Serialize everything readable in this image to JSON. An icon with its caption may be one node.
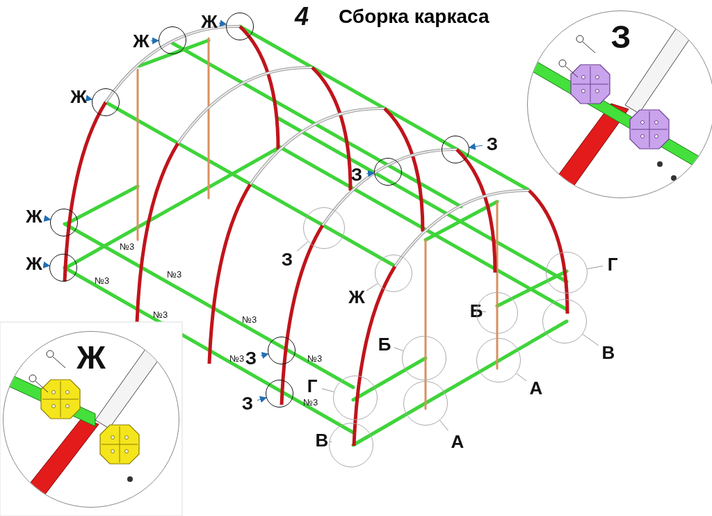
{
  "diagram": {
    "title": "Сборка каркаса",
    "nodes": [
      {
        "text": [
          "Ж"
        ]
      },
      {
        "text": [],
        "shape": "circle"
      },
      {
        "text": [
          "Ж"
        ]
      },
      {
        "text": [],
        "shape": "circle"
      },
      {
        "text": [
          "Ж"
        ]
      },
      {
        "text": [],
        "shape": "circle"
      },
      {
        "text": [
          "Ж"
        ]
      },
      {
        "text": [],
        "shape": "circle"
      },
      {
        "text": [
          "Ж"
        ]
      },
      {
        "text": [],
        "shape": "circle"
      },
      {
        "text": [
          "З"
        ]
      },
      {
        "text": [],
        "shape": "circle"
      },
      {
        "text": [
          "З"
        ]
      },
      {
        "text": [],
        "shape": "circle"
      },
      {
        "text": [
          "З"
        ]
      },
      {
        "text": [],
        "shape": "circle"
      },
      {
        "text": [
          "З"
        ]
      },
      {
        "text": [],
        "shape": "circle"
      },
      {
        "text": [
          "З"
        ]
      },
      {
        "text": [],
        "shape": "circle"
      },
      {
        "text": [
          "Ж"
        ]
      },
      {
        "text": [],
        "shape": "circle"
      },
      {
        "text": [
          "Г"
        ]
      },
      {
        "text": [],
        "shape": "circle"
      },
      {
        "text": [
          "Б"
        ]
      },
      {
        "text": [],
        "shape": "circle"
      },
      {
        "text": [
          "В"
        ]
      },
      {
        "text": [],
        "shape": "circle"
      },
      {
        "text": [
          "Б"
        ]
      },
      {
        "text": [],
        "shape": "circle"
      },
      {
        "text": [
          "А"
        ]
      },
      {
        "text": [],
        "shape": "circle"
      },
      {
        "text": [
          "Г"
        ]
      },
      {
        "text": [],
        "shape": "circle"
      },
      {
        "text": [
          "А"
        ]
      },
      {
        "text": [],
        "shape": "circle"
      },
      {
        "text": [
          "В"
        ]
      },
      {
        "text": [],
        "shape": "circle"
      },
      {
        "text": [
          "З"
        ]
      },
      {
        "text": [
          "Ж"
        ]
      }
    ],
    "edges": [
      {
        "from": 0,
        "to": 1,
        "arrow": "to",
        "color": "#1f6fb5"
      },
      {
        "from": 2,
        "to": 3,
        "arrow": "to",
        "color": "#1f6fb5"
      },
      {
        "from": 4,
        "to": 5,
        "arrow": "to",
        "color": "#1f6fb5"
      },
      {
        "from": 6,
        "to": 7,
        "arrow": "to",
        "color": "#1f6fb5"
      },
      {
        "from": 8,
        "to": 9,
        "arrow": "to",
        "color": "#1f6fb5"
      },
      {
        "from": 10,
        "to": 11,
        "arrow": "to",
        "color": "#1f6fb5"
      },
      {
        "from": 12,
        "to": 13,
        "arrow": "to",
        "color": "#1f6fb5"
      },
      {
        "from": 14,
        "to": 15,
        "arrow": "to",
        "color": "#1f6fb5"
      },
      {
        "from": 16,
        "to": 17,
        "arrow": "to",
        "color": "#1f6fb5"
      },
      {
        "from": 18,
        "to": 19,
        "arrow": "none"
      },
      {
        "from": 20,
        "to": 21,
        "arrow": "none"
      },
      {
        "from": 22,
        "to": 23,
        "arrow": "none"
      },
      {
        "from": 24,
        "to": 25,
        "arrow": "none"
      },
      {
        "from": 26,
        "to": 27,
        "arrow": "none"
      },
      {
        "from": 28,
        "to": 29,
        "arrow": "none"
      },
      {
        "from": 30,
        "to": 31,
        "arrow": "none"
      },
      {
        "from": 32,
        "to": 33,
        "arrow": "none"
      },
      {
        "from": 34,
        "to": 35,
        "arrow": "none"
      },
      {
        "from": 36,
        "to": 37,
        "arrow": "none"
      }
    ],
    "labels": [
      "4",
      "№3",
      "№3",
      "№3",
      "№3",
      "№3",
      "№3",
      "№3",
      "№3"
    ]
  }
}
